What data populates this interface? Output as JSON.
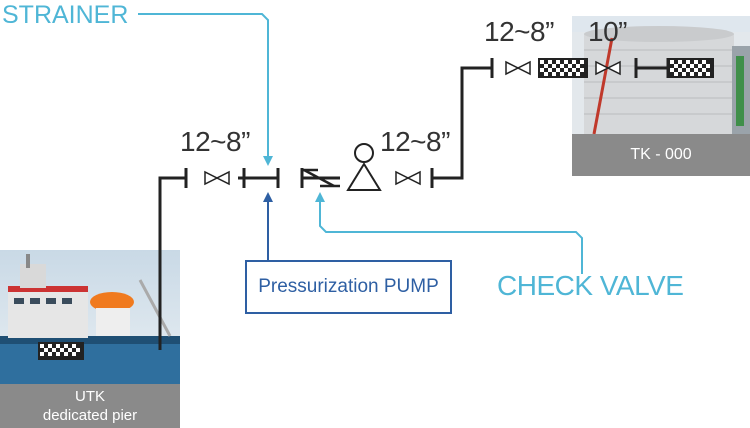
{
  "callouts": {
    "strainer": "STRAINER",
    "check_valve": "CHECK VALVE",
    "pump": "Pressurization PUMP"
  },
  "pipe_sizes": {
    "left": "12~8”",
    "middle": "12~8”",
    "top": "12~8”",
    "tank": "10”"
  },
  "tank": {
    "label": "TK - 000"
  },
  "pier": {
    "line1": "UTK",
    "line2": "dedicated pier"
  },
  "colors": {
    "pipe": "#222222",
    "callout": "#4fb6d6",
    "pump_accent": "#2e5fa3",
    "caption_bg": "#8a8a8a"
  },
  "icons": [
    "gate-valve-icon",
    "strainer-icon",
    "check-valve-icon",
    "pump-icon",
    "flow-meter-icon"
  ]
}
